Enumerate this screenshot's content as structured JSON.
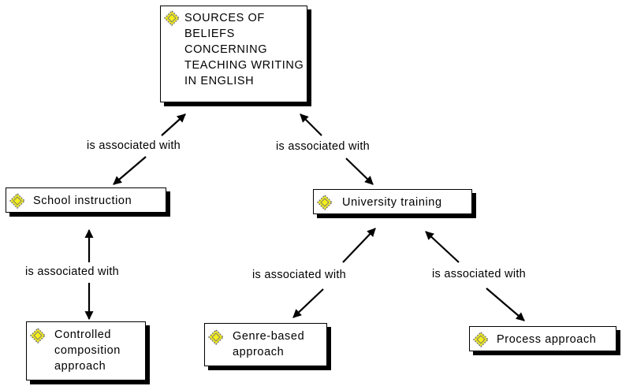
{
  "nodes": {
    "root": {
      "label": "SOURCES OF\nBELIEFS\nCONCERNING\nTEACHING WRITING\nIN ENGLISH",
      "icon": "code-icon"
    },
    "school": {
      "label": "School instruction",
      "icon": "code-icon"
    },
    "university": {
      "label": "University training",
      "icon": "code-icon"
    },
    "controlled": {
      "label": "Controlled\ncomposition\napproach",
      "icon": "code-icon"
    },
    "genre": {
      "label": "Genre-based\napproach",
      "icon": "code-icon"
    },
    "process": {
      "label": "Process approach",
      "icon": "code-icon"
    }
  },
  "links": {
    "root_school": "is associated with",
    "root_university": "is associated with",
    "school_controlled": "is associated with",
    "university_genre": "is associated with",
    "university_process": "is associated with"
  },
  "colors": {
    "icon_fill": "#f5ef1a",
    "icon_outline": "#7a7a7a",
    "line": "#000000"
  }
}
